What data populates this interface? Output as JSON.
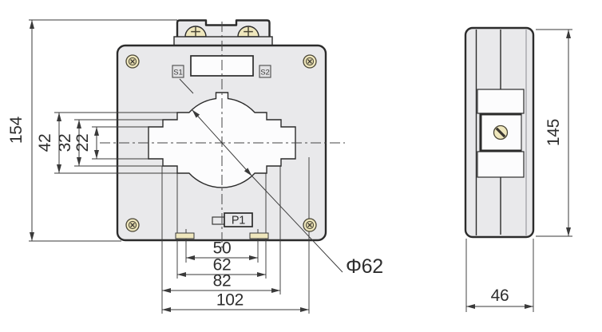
{
  "figure": {
    "front": {
      "labels": {
        "s1": "S1",
        "s2": "S2",
        "p1": "P1"
      },
      "dims": {
        "overall_height": "154",
        "window_height_outer": "42",
        "window_height_mid": "32",
        "window_height_inner": "22",
        "tab_spacing": "50",
        "width_62": "62",
        "width_82": "82",
        "width_102": "102",
        "aperture_diameter": "Φ62"
      }
    },
    "side": {
      "dims": {
        "height": "145",
        "depth": "46"
      }
    },
    "colors": {
      "body_fill": "#e9e9eb",
      "white_fill": "#fcfcfd",
      "screw_brass": "#efe7bd",
      "outline": "#2b2b2b",
      "dim_line": "#3a3a3a"
    }
  }
}
